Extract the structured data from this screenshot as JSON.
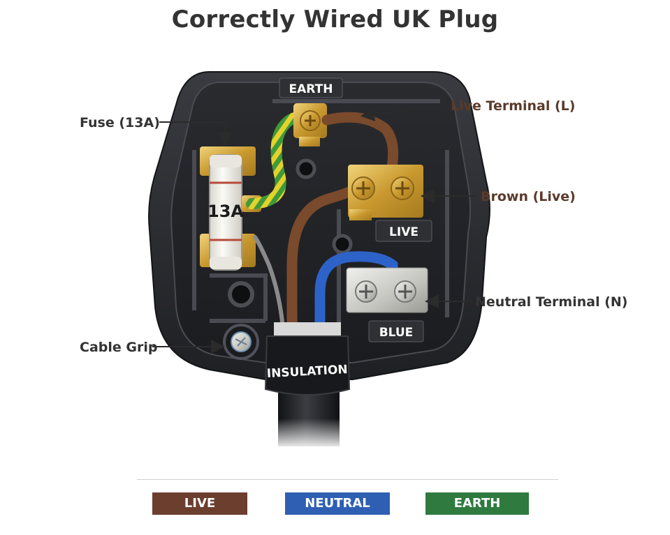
{
  "title": "Correctly Wired UK Plug",
  "terminal_tags": {
    "earth": "EARTH",
    "live": "LIVE",
    "blue": "BLUE",
    "insulation": "INSULATION",
    "fuse_rating": "13A"
  },
  "callouts": {
    "fuse": "Fuse (13A)",
    "live_terminal": "Live Terminal (L)",
    "brown_live": "Brown (Live)",
    "neutral_terminal": "Neutral Terminal (N)",
    "cable_grip": "Cable Grip"
  },
  "legend": [
    {
      "label": "LIVE",
      "color": "#6b3e2e"
    },
    {
      "label": "NEUTRAL",
      "color": "#2f5fb3"
    },
    {
      "label": "EARTH",
      "color": "#2f7a3f"
    }
  ],
  "colors": {
    "live_text": "#5a3a2a",
    "dark_text": "#333333",
    "body": "#2e2f33",
    "brown_wire": "#7a4a2c",
    "blue_wire": "#2d63c8",
    "earth_green": "#3a8b3a",
    "earth_yellow": "#e6d12a",
    "brass": "#d8b34a"
  }
}
